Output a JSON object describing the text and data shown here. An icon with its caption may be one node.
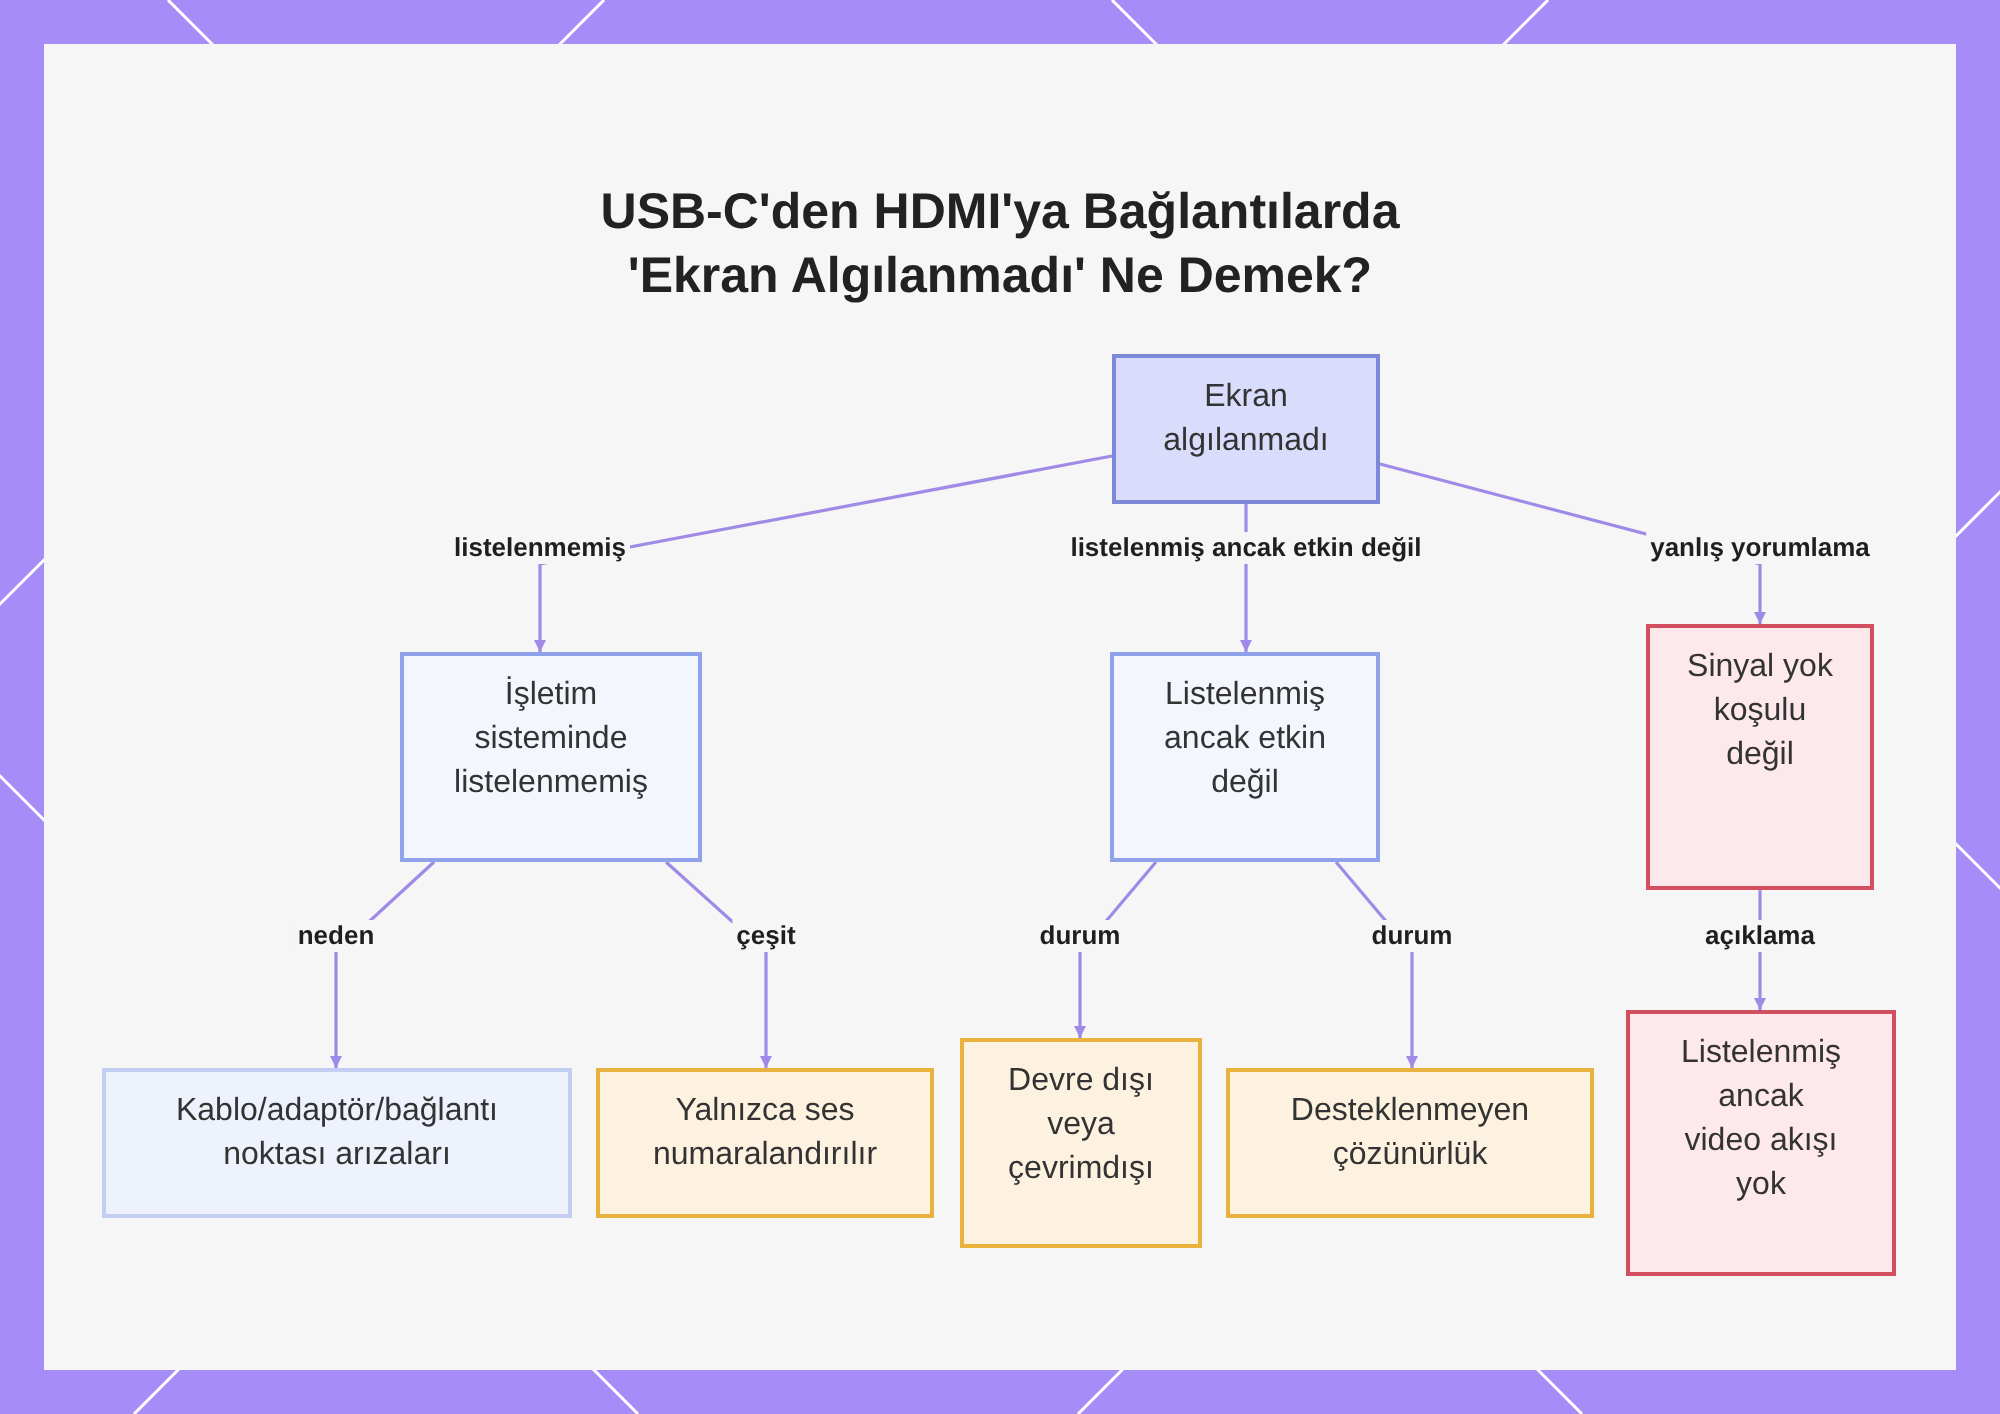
{
  "diagram": {
    "title": "USB-C'den HDMI'ya Bağlantılarda 'Ekran Algılanmadı' Ne Demek?",
    "nodes": [
      {
        "text": [
          "Ekran algılanmadı"
        ]
      },
      {
        "text": [
          "İşletim sisteminde listelenmemiş"
        ]
      },
      {
        "text": [
          "Listelenmiş ancak etkin değil"
        ]
      },
      {
        "text": [
          "Sinyal yok koşulu değil"
        ]
      },
      {
        "text": [
          "Kablo/adaptör/bağlantı noktası arızaları"
        ]
      },
      {
        "text": [
          "Yalnızca ses numaralandırılır"
        ]
      },
      {
        "text": [
          "Devre dışı veya çevrimdışı"
        ]
      },
      {
        "text": [
          "Desteklenmeyen çözünürlük"
        ]
      },
      {
        "text": [
          "Listelenmiş ancak video akışı yok"
        ]
      }
    ],
    "edges": [
      {
        "from": 0,
        "to": 1,
        "arrow": "to",
        "label": "listelenmemiş"
      },
      {
        "from": 0,
        "to": 2,
        "arrow": "to",
        "label": "listelenmiş ancak etkin değil"
      },
      {
        "from": 0,
        "to": 3,
        "arrow": "to",
        "label": "yanlış yorumlama"
      },
      {
        "from": 1,
        "to": 4,
        "arrow": "to",
        "label": "neden"
      },
      {
        "from": 1,
        "to": 5,
        "arrow": "to",
        "label": "çeşit"
      },
      {
        "from": 2,
        "to": 6,
        "arrow": "to",
        "label": "durum"
      },
      {
        "from": 2,
        "to": 7,
        "arrow": "to",
        "label": "durum"
      },
      {
        "from": 3,
        "to": 8,
        "arrow": "to",
        "label": "açıklama"
      }
    ]
  }
}
